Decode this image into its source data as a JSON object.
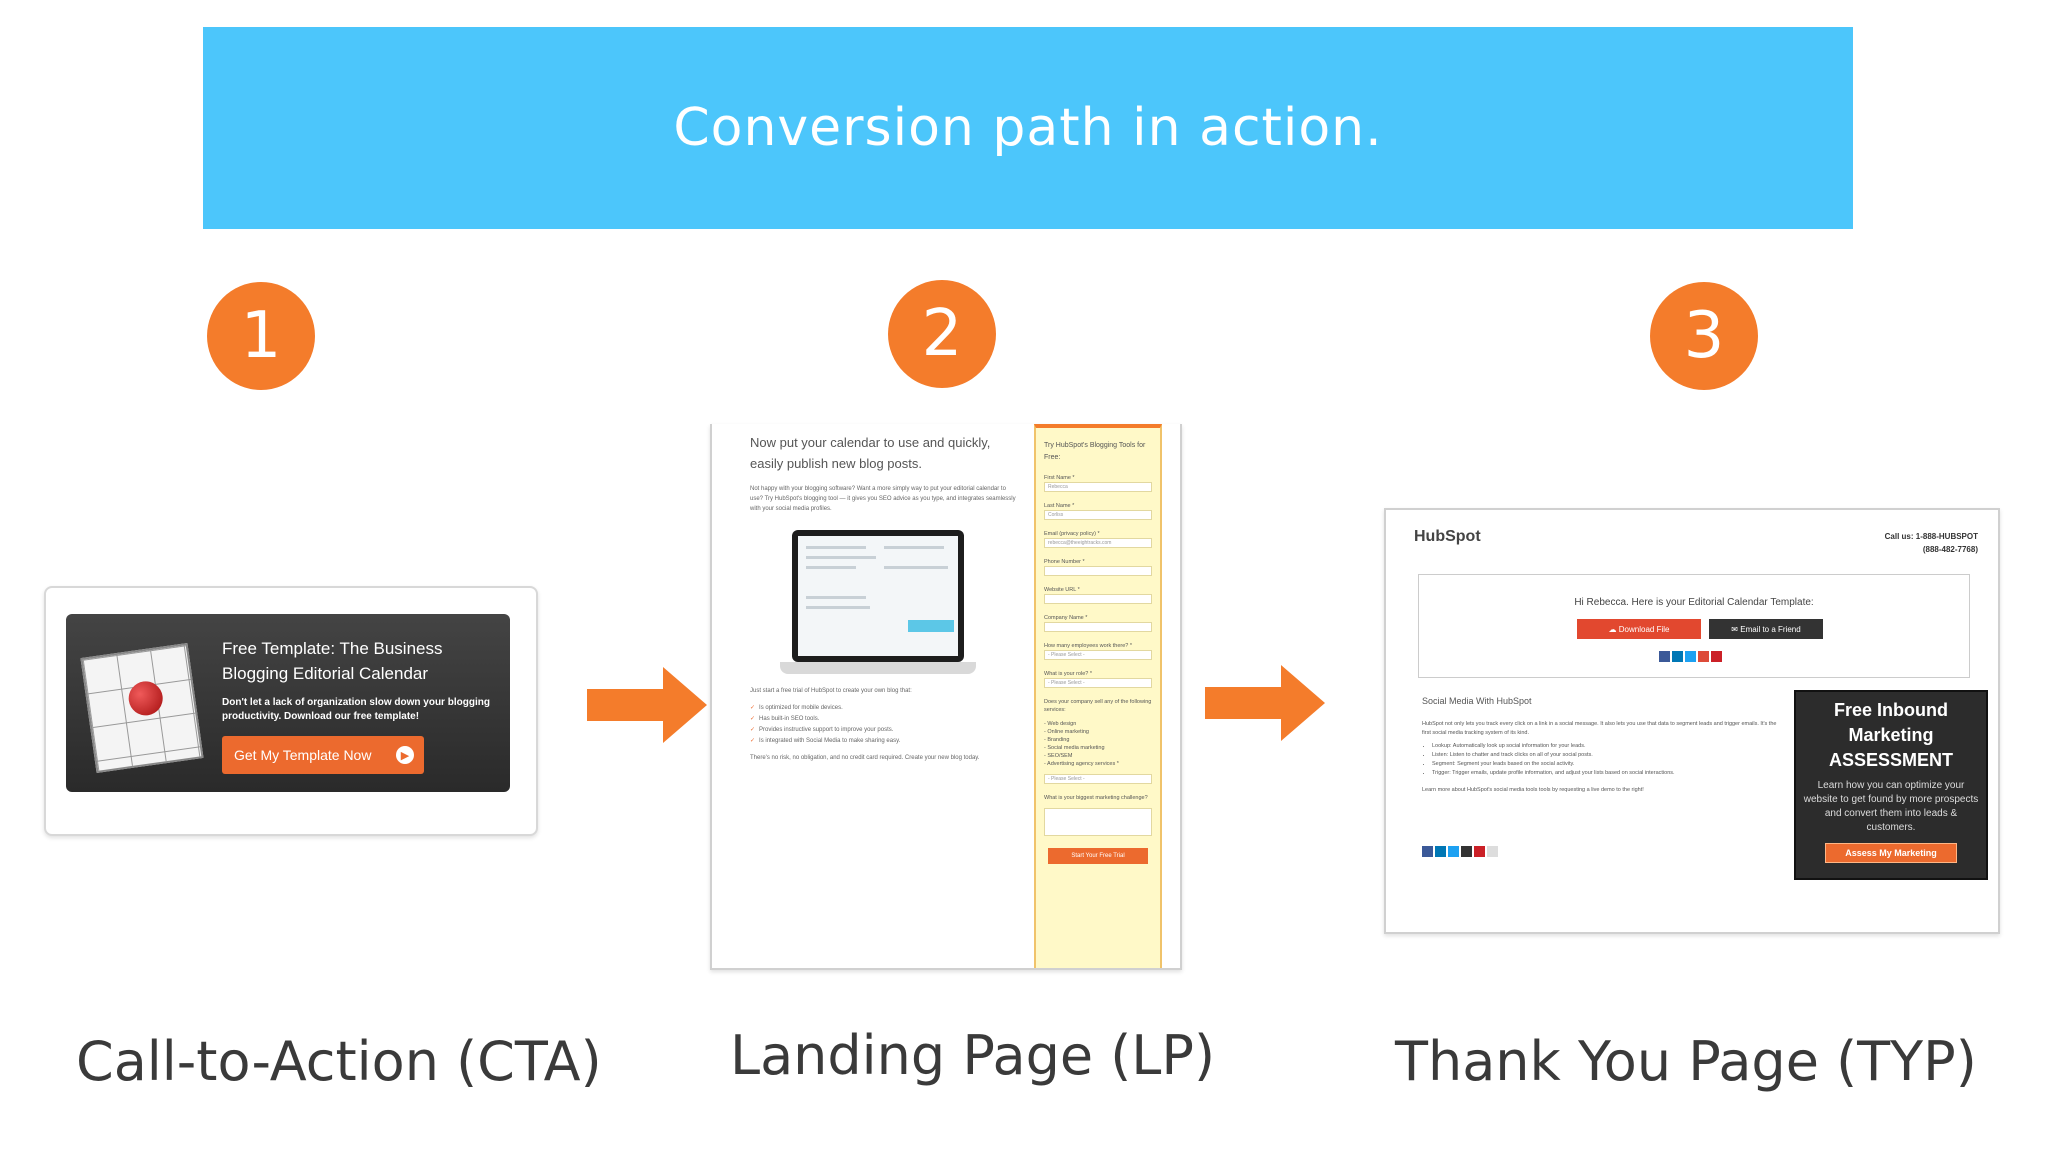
{
  "banner": {
    "title": "Conversion path in action.",
    "color": "#4cc6fb"
  },
  "steps": [
    {
      "number": "1",
      "caption": "Call-to-Action (CTA)"
    },
    {
      "number": "2",
      "caption": "Landing Page (LP)"
    },
    {
      "number": "3",
      "caption": "Thank You Page (TYP)"
    }
  ],
  "accent_color": "#f47c2b",
  "cta": {
    "title": "Free Template: The Business Blogging Editorial Calendar",
    "subtitle": "Don't let a lack of organization slow down your blogging productivity. Download our free template!",
    "button": "Get My Template Now"
  },
  "landing_page": {
    "heading": "Now put your calendar to use and quickly, easily publish new blog posts.",
    "body": "Not happy with your blogging software? Want a more simply way to put your editorial calendar to use? Try HubSpot's blogging tool — it gives you SEO advice as you type, and integrates seamlessly with your social media profiles.",
    "intro": "Just start a free trial of HubSpot to create your own blog that:",
    "checklist": [
      "Is optimized for mobile devices.",
      "Has built-in SEO tools.",
      "Provides instructive support to improve your posts.",
      "Is integrated with Social Media to make sharing easy."
    ],
    "closing": "There's no risk, no obligation, and no credit card required. Create your new blog today.",
    "form": {
      "title": "Try HubSpot's Blogging Tools for Free:",
      "fields": [
        {
          "label": "First Name *",
          "value": "Rebecca"
        },
        {
          "label": "Last Name *",
          "value": "Corliss"
        },
        {
          "label": "Email (privacy policy) *",
          "value": "rebecca@theeightracks.com"
        },
        {
          "label": "Phone Number *",
          "value": ""
        },
        {
          "label": "Website URL *",
          "value": ""
        },
        {
          "label": "Company Name *",
          "value": ""
        },
        {
          "label": "How many employees work there? *",
          "value": "- Please Select -"
        },
        {
          "label": "What is your role? *",
          "value": "- Please Select -"
        }
      ],
      "services_label": "Does your company sell any of the following services:",
      "services": [
        "- Web design",
        "- Online marketing",
        "- Branding",
        "- Social media marketing",
        "- SEO/SEM",
        "- Advertising agency services *"
      ],
      "services_select": "- Please Select -",
      "challenge_label": "What is your biggest marketing challenge?",
      "submit": "Start Your Free Trial"
    }
  },
  "thank_you_page": {
    "logo": "HubSpot",
    "call_label": "Call us: 1-888-HUBSPOT",
    "call_number": "(888-482-7768)",
    "greeting": "Hi Rebecca. Here is your Editorial Calendar Template:",
    "download_button": "Download File",
    "email_button": "Email to a Friend",
    "social_title": "Social Media With HubSpot",
    "social_body": "HubSpot not only lets you track every click on a link in a social message. It also lets you use that data to segment leads and trigger emails. It's the first social media tracking system of its kind.",
    "social_points": [
      "Lookup: Automatically look up social information for your leads.",
      "Listen: Listen to chatter and track clicks on all of your social posts.",
      "Segment: Segment your leads based on the social activity.",
      "Trigger: Trigger emails, update profile information, and adjust your lists based on social interactions."
    ],
    "social_more": "Learn more about HubSpot's social media tools tools by requesting a live demo to the right!",
    "assessment": {
      "title": "Free Inbound Marketing ASSESSMENT",
      "body": "Learn how you can optimize your website to get found by more prospects and convert them into leads & customers.",
      "button": "Assess My Marketing"
    }
  }
}
